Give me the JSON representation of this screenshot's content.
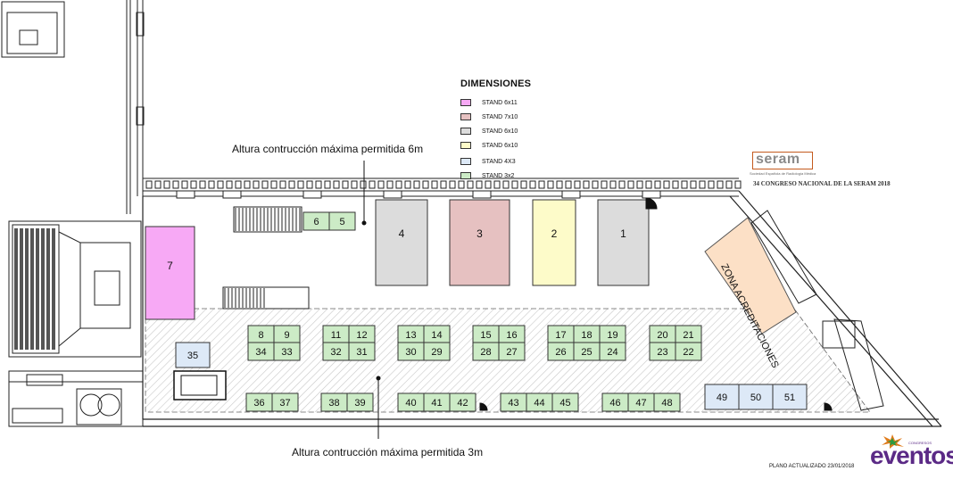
{
  "legend": {
    "title": "DIMENSIONES",
    "items": [
      {
        "label": "STAND 6x11",
        "color": "#f7a9f5"
      },
      {
        "label": "STAND 7x10",
        "color": "#e6c1c1"
      },
      {
        "label": "STAND 6x10",
        "color": "#dcdcdc"
      },
      {
        "label": "STAND 6x10",
        "color": "#fdfbc9"
      },
      {
        "label": "STAND 4X3",
        "color": "#dde9f7"
      },
      {
        "label": "STAND 3x2",
        "color": "#ccebc6"
      }
    ]
  },
  "notes": {
    "top": "Altura contrucción máxima permitida 6m",
    "bottom": "Altura contrucción máxima permitida 3m"
  },
  "zone": {
    "label": "ZONA ACREDITACIONES",
    "color": "#fce0c6"
  },
  "big_stands": [
    {
      "number": "7",
      "color": "#f7a9f5"
    },
    {
      "number": "4",
      "color": "#dcdcdc"
    },
    {
      "number": "3",
      "color": "#e6c1c1"
    },
    {
      "number": "2",
      "color": "#fdfbc9"
    },
    {
      "number": "1",
      "color": "#dcdcdc"
    }
  ],
  "small_stands": [
    "6",
    "5",
    "8",
    "9",
    "34",
    "33",
    "11",
    "12",
    "32",
    "31",
    "13",
    "14",
    "30",
    "29",
    "15",
    "16",
    "28",
    "27",
    "17",
    "18",
    "19",
    "26",
    "25",
    "24",
    "20",
    "21",
    "23",
    "22",
    "36",
    "37",
    "38",
    "39",
    "40",
    "41",
    "42",
    "43",
    "44",
    "45",
    "46",
    "47",
    "48"
  ],
  "medium_stands": [
    "35",
    "49",
    "50",
    "51"
  ],
  "colors": {
    "small": "#ccebc6",
    "medium": "#dde9f7"
  },
  "branding": {
    "seram_logo": "seram",
    "seram_subtitle": "Sociedad Española de Radiología Médica",
    "congress": "34 CONGRESO NACIONAL DE LA SERAM 2018",
    "updated": "PLANO ACTUALIZADO 23/01/2018",
    "eventos_logo": "eventos",
    "eventos_tag": "CONGRESOS"
  }
}
